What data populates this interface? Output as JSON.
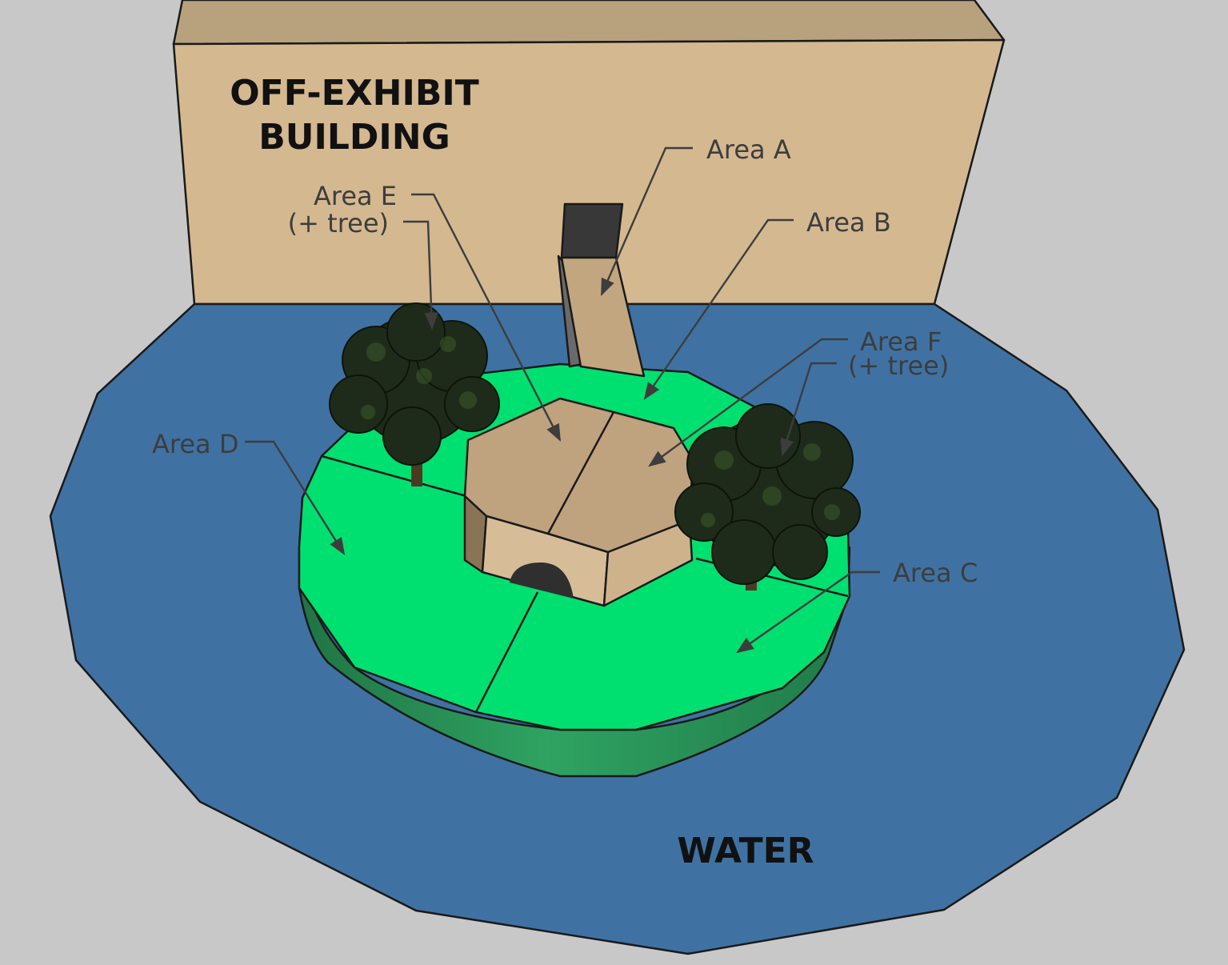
{
  "building": {
    "line1": "OFF-EXHIBIT",
    "line2": "BUILDING"
  },
  "water_label": "WATER",
  "areas": [
    {
      "id": "a",
      "line1": "Area A",
      "line2": ""
    },
    {
      "id": "b",
      "line1": "Area B",
      "line2": ""
    },
    {
      "id": "c",
      "line1": "Area C",
      "line2": ""
    },
    {
      "id": "d",
      "line1": "Area D",
      "line2": ""
    },
    {
      "id": "e",
      "line1": "Area E",
      "line2": "(+ tree)"
    },
    {
      "id": "f",
      "line1": "Area F",
      "line2": "(+ tree)"
    }
  ],
  "colors": {
    "background": "#c8c8c8",
    "building": "#d4b890",
    "building_top": "#b8a27e",
    "water": "#3f72a3",
    "grass_top": "#00e070",
    "grass_side": "#2e8f58",
    "shelter": "#bfa27e",
    "shelter_front": "#d6bd98",
    "tree": "#1f2b1a"
  }
}
